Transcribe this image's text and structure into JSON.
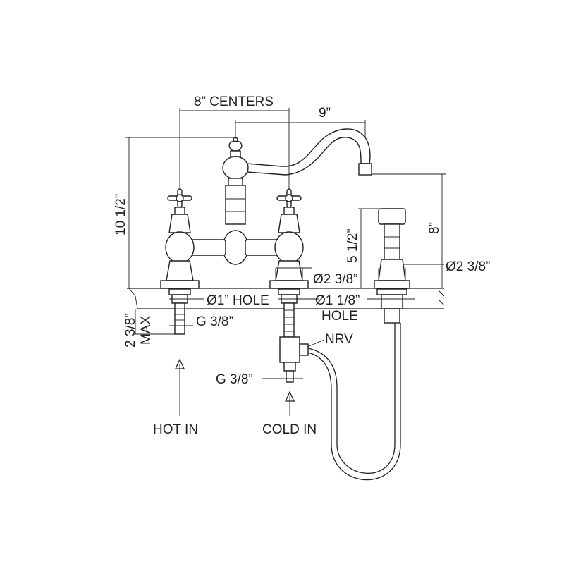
{
  "diagram": {
    "colors": {
      "line": "#231f20",
      "background": "#ffffff"
    },
    "dimensions": {
      "centers": "8” CENTERS",
      "spout_reach": "9”",
      "overall_height": "10 1/2”",
      "spout_height": "8”",
      "spray_height": "5 1/2”",
      "base_diameter": "Ø2 3/8”",
      "spray_base_diameter": "Ø2 3/8”",
      "hole_small": "Ø1” HOLE",
      "hole_large": "Ø1 1/8”",
      "hole_large_word": "HOLE",
      "deck_thickness_a": "2 3/8”",
      "deck_thickness_b": "MAX",
      "thread_hot": "G 3/8”",
      "thread_cold": "G 3/8”"
    },
    "labels": {
      "nrv": "NRV",
      "hot_in": "HOT IN",
      "cold_in": "COLD IN"
    }
  }
}
